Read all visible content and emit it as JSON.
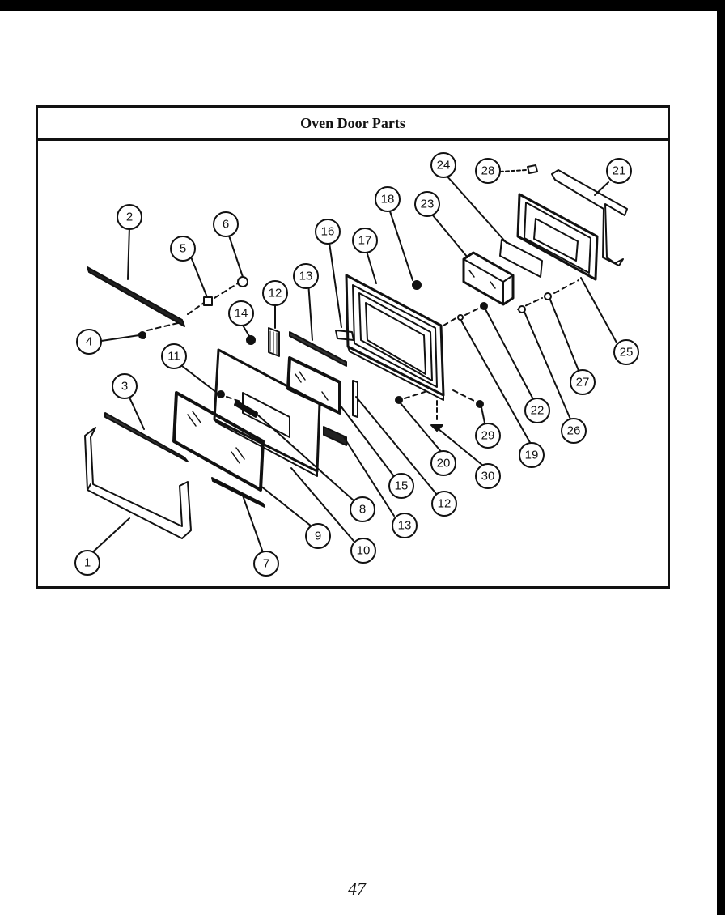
{
  "title": "Oven Door Parts",
  "footer": "47",
  "callouts": [
    "1",
    "2",
    "3",
    "4",
    "5",
    "6",
    "7",
    "8",
    "9",
    "10",
    "11",
    "12",
    "12",
    "13",
    "13",
    "14",
    "15",
    "16",
    "17",
    "18",
    "19",
    "20",
    "21",
    "22",
    "23",
    "24",
    "25",
    "26",
    "27",
    "28",
    "29",
    "30"
  ]
}
